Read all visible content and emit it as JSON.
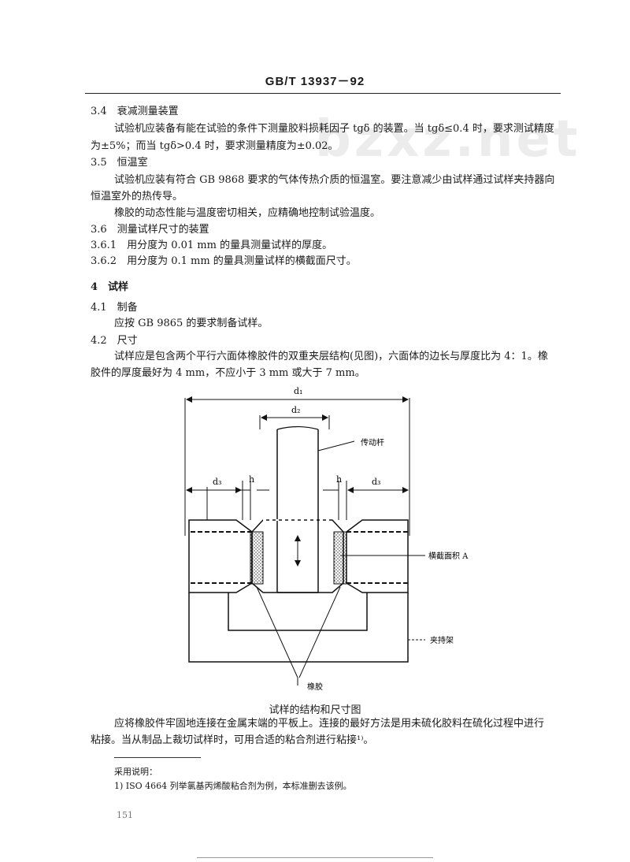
{
  "header": {
    "title": "GB/T 13937－92"
  },
  "watermark": "bzxz.net",
  "lines": [
    "3.4　衰减测量装置",
    "试验机应装备有能在试验的条件下测量胶料损耗因子 tgδ 的装置。当 tgδ≤0.4 时，要求测试精度",
    "为±5%；而当 tgδ>0.4 时，要求测量精度为±0.02。",
    "3.5　恒温室",
    "试验机应装有符合 GB 9868 要求的气体传热介质的恒温室。要注意减少由试样通过试样夹持器向",
    "恒温室外的热传导。",
    "橡胶的动态性能与温度密切相关，应精确地控制试验温度。",
    "3.6　测量试样尺寸的装置",
    "3.6.1　用分度为 0.01 mm 的量具测量试样的厚度。",
    "3.6.2　用分度为 0.1 mm 的量具测量试样的横截面尺寸。",
    "4　试样",
    "4.1　制备",
    "应按 GB 9865 的要求制备试样。",
    "4.2　尺寸",
    "试样应是包含两个平行六面体橡胶件的双重夹层结构(见图)，六面体的边长与厚度比为 4：1。橡",
    "胶件的厚度最好为 4 mm，不应小于 3 mm 或大于 7 mm。",
    "应将橡胶件牢固地连接在金属末端的平板上。连接的最好方法是用未硫化胶料在硫化过程中进行",
    "粘接。当从制品上裁切试样时，可用合适的粘合剂进行粘接¹⁾。"
  ],
  "figure": {
    "labels": {
      "d_outer": "d₁",
      "d_inner": "d₂",
      "d_left": "d₃",
      "d_right": "d₃",
      "h_left": "h",
      "h_right": "h",
      "drive_rod": "传动杆",
      "cross_section": "横截面积 A",
      "holder": "夹持架",
      "rubber": "橡胶"
    },
    "caption": "试样的结构和尺寸图"
  },
  "footnote": {
    "title": "采用说明：",
    "text": "1) ISO 4664 列举氯基丙烯酸粘合剂为例，本标准删去该例。"
  },
  "page_number": "151"
}
